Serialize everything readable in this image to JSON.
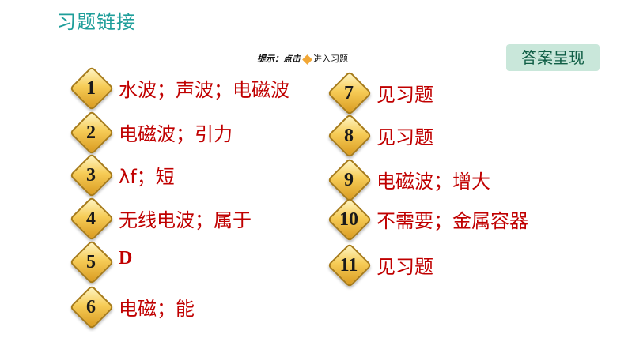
{
  "header": {
    "title": "习题链接"
  },
  "answer_button": {
    "label": "答案呈现"
  },
  "hint": {
    "prefix": "提示：点击",
    "suffix": "进入习题"
  },
  "items": [
    {
      "num": "1",
      "text": "水波；声波；电磁波"
    },
    {
      "num": "2",
      "text": "电磁波；引力"
    },
    {
      "num": "3",
      "text": "λf；短"
    },
    {
      "num": "4",
      "text": "无线电波；属于"
    },
    {
      "num": "5",
      "text": "D"
    },
    {
      "num": "6",
      "text": "电磁；能"
    },
    {
      "num": "7",
      "text": "见习题"
    },
    {
      "num": "8",
      "text": "见习题"
    },
    {
      "num": "9",
      "text": "电磁波；增大"
    },
    {
      "num": "10",
      "text": "不需要；金属容器"
    },
    {
      "num": "11",
      "text": "见习题"
    }
  ]
}
